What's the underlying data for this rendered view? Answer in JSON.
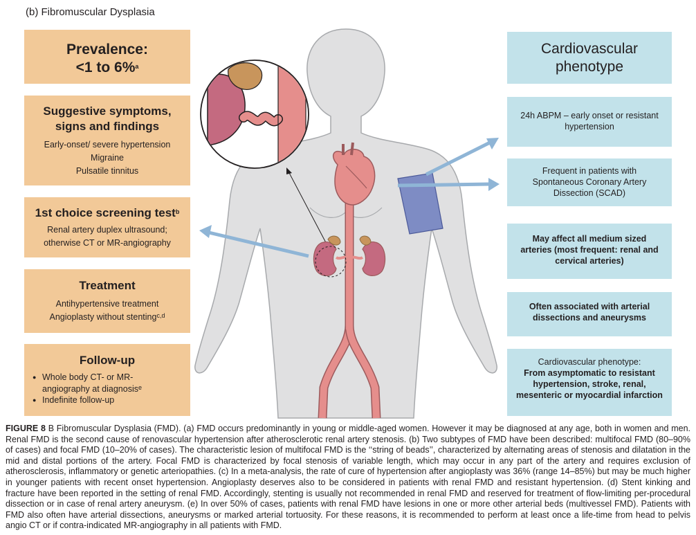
{
  "panel_label": "(b) Fibromuscular Dysplasia",
  "left_boxes": {
    "prevalence": {
      "title_line1": "Prevalence:",
      "title_line2": "<1 to 6%",
      "sup": "a"
    },
    "symptoms": {
      "title_line1": "Suggestive symptoms,",
      "title_line2": "signs and findings",
      "items": [
        "Early-onset/ severe hypertension",
        "Migraine",
        "Pulsatile tinnitus"
      ]
    },
    "screening": {
      "title": "1st choice screening test",
      "sup": "b",
      "lines": [
        "Renal artery duplex ultrasound;",
        "otherwise CT or MR-angiography"
      ]
    },
    "treatment": {
      "title": "Treatment",
      "line1": "Antihypertensive treatment",
      "line2": "Angioplasty without stenting",
      "line2_sup": "c,d"
    },
    "followup": {
      "title": "Follow-up",
      "bullet1_line1": "Whole body CT- or MR-",
      "bullet1_line2": "angiography at diagnosis",
      "bullet1_sup": "e",
      "bullet2": "Indefinite follow-up"
    }
  },
  "right_boxes": {
    "title_line1": "Cardiovascular",
    "title_line2": "phenotype",
    "abpm_line1": "24h ABPM – early onset or resistant",
    "abpm_line2": "hypertension",
    "scad_lines": [
      "Frequent in patients with",
      "Spontaneous Coronary Artery",
      "Dissection (SCAD)"
    ],
    "medium_lines": [
      "May affect all medium sized",
      "arteries (most frequent: renal and",
      "cervical arteries)"
    ],
    "dissection_lines": [
      "Often associated with arterial",
      "dissections and aneurysms"
    ],
    "phenotype_heading": "Cardiovascular phenotype:",
    "phenotype_lines": [
      "From asymptomatic to resistant",
      "hypertension, stroke, renal,",
      "mesenteric or myocardial infarction"
    ]
  },
  "colors": {
    "tan_box": "#f2c998",
    "blue_box": "#c2e2ea",
    "body_fill": "#e0e0e1",
    "artery": "#e58e8c",
    "kidney": "#c46a80",
    "adrenal": "#c8955c",
    "arrow": "#8fb5d6",
    "cuff": "#7e8cc4"
  },
  "icons": [
    "human-silhouette-icon",
    "heart-icon",
    "kidney-icon",
    "blood-pressure-cuff-icon",
    "arrow-icon"
  ],
  "caption": {
    "label": "FIGURE 8",
    "text": "B Fibromuscular Dysplasia (FMD). (a) FMD occurs predominantly in young or middle-aged women. However it may be diagnosed at any age, both in women and men. Renal FMD is the second cause of renovascular hypertension after atherosclerotic renal artery stenosis. (b) Two subtypes of FMD have been described: multifocal FMD (80–90% of cases) and focal FMD (10–20% of cases). The characteristic lesion of multifocal FMD is the ‘‘string of beads’’, characterized by alternating areas of stenosis and dilatation in the mid and distal portions of the artery. Focal FMD is characterized by focal stenosis of variable length, which may occur in any part of the artery and requires exclusion of atherosclerosis, inflammatory or genetic arteriopathies. (c) In a meta-analysis, the rate of cure of hypertension after angioplasty was 36% (range 14–85%) but may be much higher in younger patients with recent onset hypertension. Angioplasty deserves also to be considered in patients with renal FMD and resistant hypertension. (d) Stent kinking and fracture have been reported in the setting of renal FMD. Accordingly, stenting is usually not recommended in renal FMD and reserved for treatment of flow-limiting per-procedural dissection or in case of renal artery aneurysm. (e) In over 50% of cases, patients with renal FMD have lesions in one or more other arterial beds (multivessel FMD). Patients with FMD also often have arterial dissections, aneurysms or marked arterial tortuosity. For these reasons, it is recommended to perform at least once a life-time from head to pelvis angio CT or if contra-indicated MR-angiography in all patients with FMD."
  }
}
